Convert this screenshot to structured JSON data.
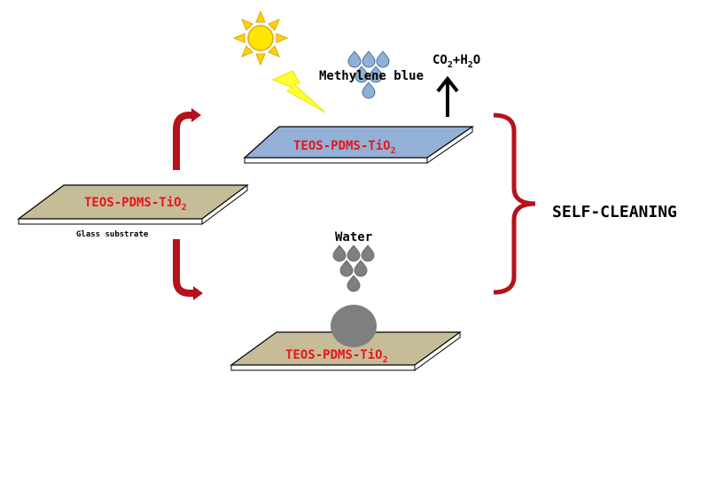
{
  "colors": {
    "beige_plate": "#c6bd98",
    "blue_plate": "#93b0d6",
    "red_arrow": "#b5121b",
    "label_red": "#e8141b",
    "water_gray": "#7f7f7f",
    "mb_blue": "#8fb1d6",
    "sun_yellow": "#ffe600",
    "bolt_yellow": "#ffff33"
  },
  "labels": {
    "left_plate_main": "TEOS-PDMS-TiO",
    "left_plate_sub": "2",
    "glass_substrate": "Glass substrate",
    "top_plate_main": "TEOS-PDMS-TiO",
    "top_plate_sub": "2",
    "bottom_plate_main": "TEOS-PDMS-TiO",
    "bottom_plate_sub": "2",
    "methylene_blue": "Methylene blue",
    "co2_a": "CO",
    "co2_sub": "2",
    "co2_plus": "+H",
    "h2o_sub": "2",
    "h2o_o": "O",
    "water": "Water",
    "self_cleaning": "SELF-CLEANING"
  },
  "icons": [
    "sun-icon",
    "lightning-icon",
    "water-drop-icon",
    "methylene-blue-drop-icon",
    "up-arrow-icon",
    "curly-brace-icon"
  ]
}
